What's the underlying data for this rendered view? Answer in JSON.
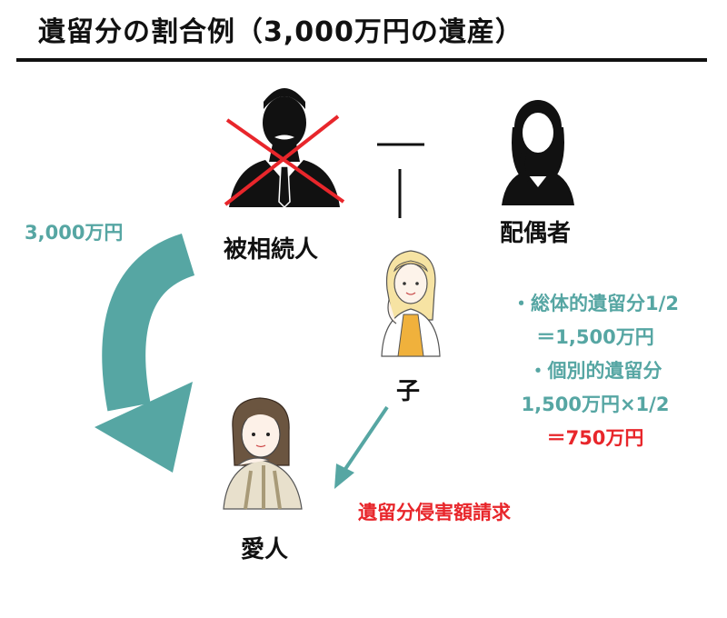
{
  "title": "遺留分の割合例（3,000万円の遺産）",
  "people": {
    "deceased": "被相続人",
    "spouse": "配偶者",
    "child": "子",
    "lover": "愛人"
  },
  "estate_amount": "3,000万円",
  "calculation": {
    "line1": "・総体的遺留分1/2",
    "line2": "＝1,500万円",
    "line3": "・個別的遺留分",
    "line4": "1,500万円×1/2",
    "line5": "＝750万円"
  },
  "claim_label": "遺留分侵害額請求",
  "colors": {
    "teal": "#56a6a3",
    "red": "#e8262b",
    "text": "#111111"
  },
  "icons": {
    "deceased": "man-silhouette-icon",
    "cross": "red-cross-icon",
    "spouse": "woman-silhouette-icon",
    "child": "girl-illustration-icon",
    "lover": "woman-illustration-icon"
  }
}
